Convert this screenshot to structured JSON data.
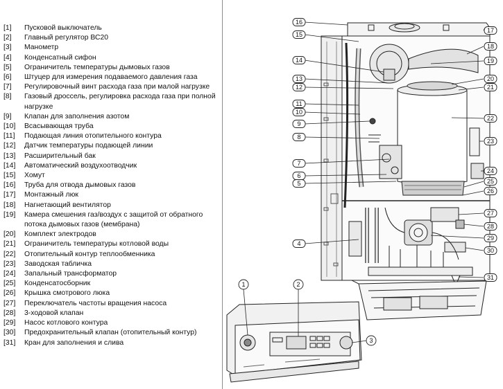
{
  "legend": [
    {
      "num": "[1]",
      "text": "Пусковой выключатель"
    },
    {
      "num": "[2]",
      "text": "Главный регулятор ВС20"
    },
    {
      "num": "[3]",
      "text": "Манометр"
    },
    {
      "num": "[4]",
      "text": "Конденсатный сифон"
    },
    {
      "num": "[5]",
      "text": "Ограничитель температуры дымовых газов"
    },
    {
      "num": "[6]",
      "text": "Штуцер для измерения подаваемого давления газа"
    },
    {
      "num": "[7]",
      "text": "Регулировочный винт расхода газа при малой нагрузке"
    },
    {
      "num": "[8]",
      "text": "Газовый дроссель, регулировка расхода газа при полной нагрузке"
    },
    {
      "num": "[9]",
      "text": "Клапан для заполнения азотом"
    },
    {
      "num": "[10]",
      "text": "Всасывающая труба"
    },
    {
      "num": "[11]",
      "text": "Подающая линия отопительного контура"
    },
    {
      "num": "[12]",
      "text": "Датчик температуры подающей линии"
    },
    {
      "num": "[13]",
      "text": "Расширительный бак"
    },
    {
      "num": "[14]",
      "text": "Автоматический воздухоотводчик"
    },
    {
      "num": "[15]",
      "text": "Хомут"
    },
    {
      "num": "[16]",
      "text": "Труба для отвода дымовых газов"
    },
    {
      "num": "[17]",
      "text": "Монтажный люк"
    },
    {
      "num": "[18]",
      "text": "Нагнетающий вентилятор"
    },
    {
      "num": "[19]",
      "text": "Камера смешения газ/воздух с защитой от обратного потока дымовых газов (мембрана)"
    },
    {
      "num": "[20]",
      "text": "Комплект электродов"
    },
    {
      "num": "[21]",
      "text": "Ограничитель температуры котловой воды"
    },
    {
      "num": "[22]",
      "text": "Отопительный контур теплообменника"
    },
    {
      "num": "[23]",
      "text": "Заводская табличка"
    },
    {
      "num": "[24]",
      "text": "Запальный трансформатор"
    },
    {
      "num": "[25]",
      "text": "Конденсатосборник"
    },
    {
      "num": "[26]",
      "text": "Крышка смотрового люка"
    },
    {
      "num": "[27]",
      "text": "Переключатель частоты вращения насоса"
    },
    {
      "num": "[28]",
      "text": "3-ходовой клапан"
    },
    {
      "num": "[29]",
      "text": "Насос котлового контура"
    },
    {
      "num": "[30]",
      "text": "Предохранительный клапан (отопительный контур)"
    },
    {
      "num": "[31]",
      "text": "Кран для заполнения и слива"
    }
  ],
  "callouts_left": [
    "16",
    "15",
    "14",
    "13",
    "12",
    "11",
    "10",
    "9",
    "8",
    "7",
    "6",
    "5",
    "4"
  ],
  "callouts_right": [
    "17",
    "18",
    "19",
    "20",
    "21",
    "22",
    "23",
    "24",
    "25",
    "26",
    "27",
    "28",
    "29",
    "30",
    "31"
  ],
  "callouts_bottom": [
    "1",
    "2",
    "3"
  ]
}
